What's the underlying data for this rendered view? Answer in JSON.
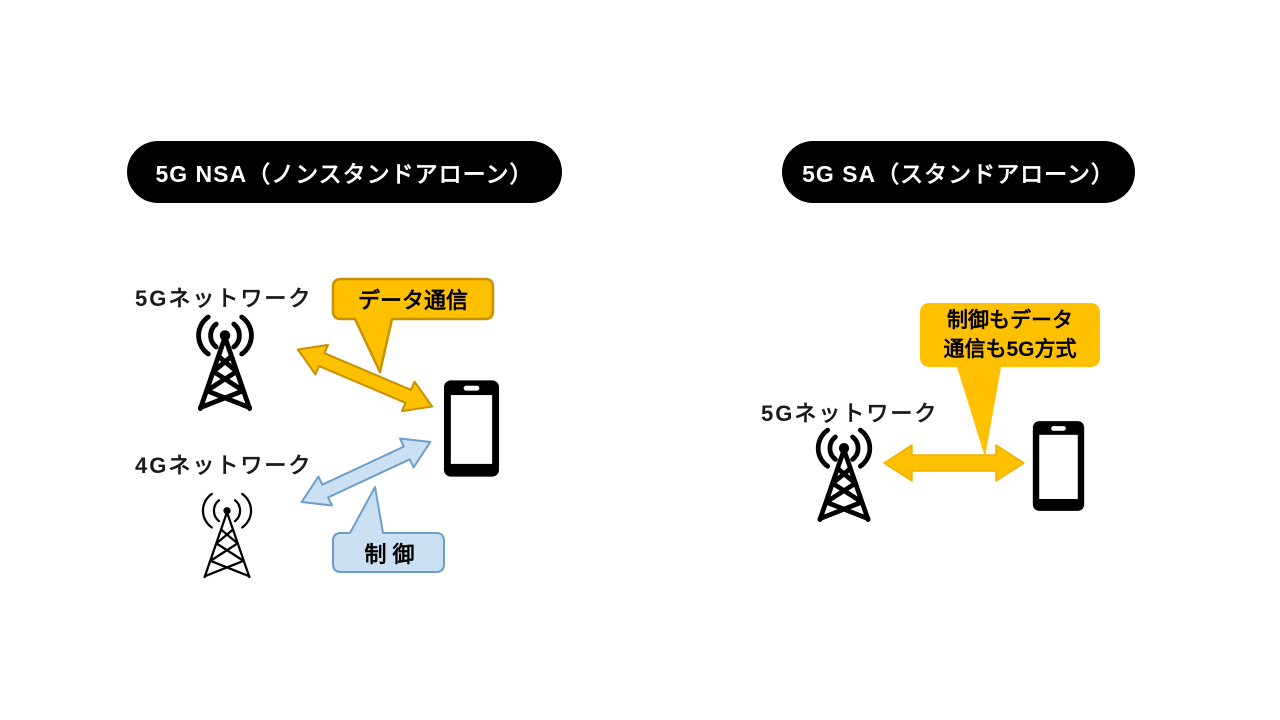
{
  "left_panel": {
    "header": "5G NSA（ノンスタンドアローン）",
    "network_5g_label": "5Gネットワーク",
    "network_4g_label": "4Gネットワーク",
    "data_callout_label": "データ通信",
    "control_callout_label": "制 御"
  },
  "right_panel": {
    "header": "5G SA（スタンドアローン）",
    "network_5g_label": "5Gネットワーク",
    "callout_line1": "制御もデータ",
    "callout_line2": "通信も5G方式"
  },
  "colors": {
    "header_bg": "#000000",
    "header_text": "#ffffff",
    "data_yellow_fill": "#FFC000",
    "data_yellow_border": "#C69200",
    "control_blue_fill": "#CCE0F4",
    "control_blue_border": "#6D9EC9",
    "icon_color": "#000000"
  }
}
